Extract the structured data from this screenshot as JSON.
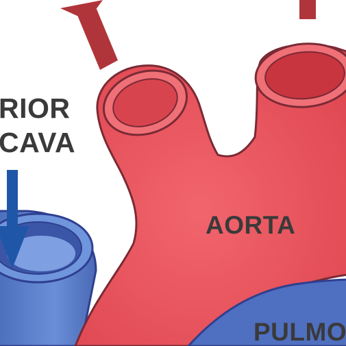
{
  "labels": {
    "vena_cava_line1": "RIOR",
    "vena_cava_line2": "CAVA",
    "aorta": "AORTA",
    "pulmonary": "PULMO"
  },
  "colors": {
    "aorta_fill": "#e8505a",
    "aorta_dark": "#b8303a",
    "vein_fill": "#5b7fc9",
    "vein_dark": "#2f3f8f",
    "flow_arrow_red": "#b0353a",
    "flow_arrow_blue": "#1f56a8",
    "label_text": "#3a3a3a"
  }
}
